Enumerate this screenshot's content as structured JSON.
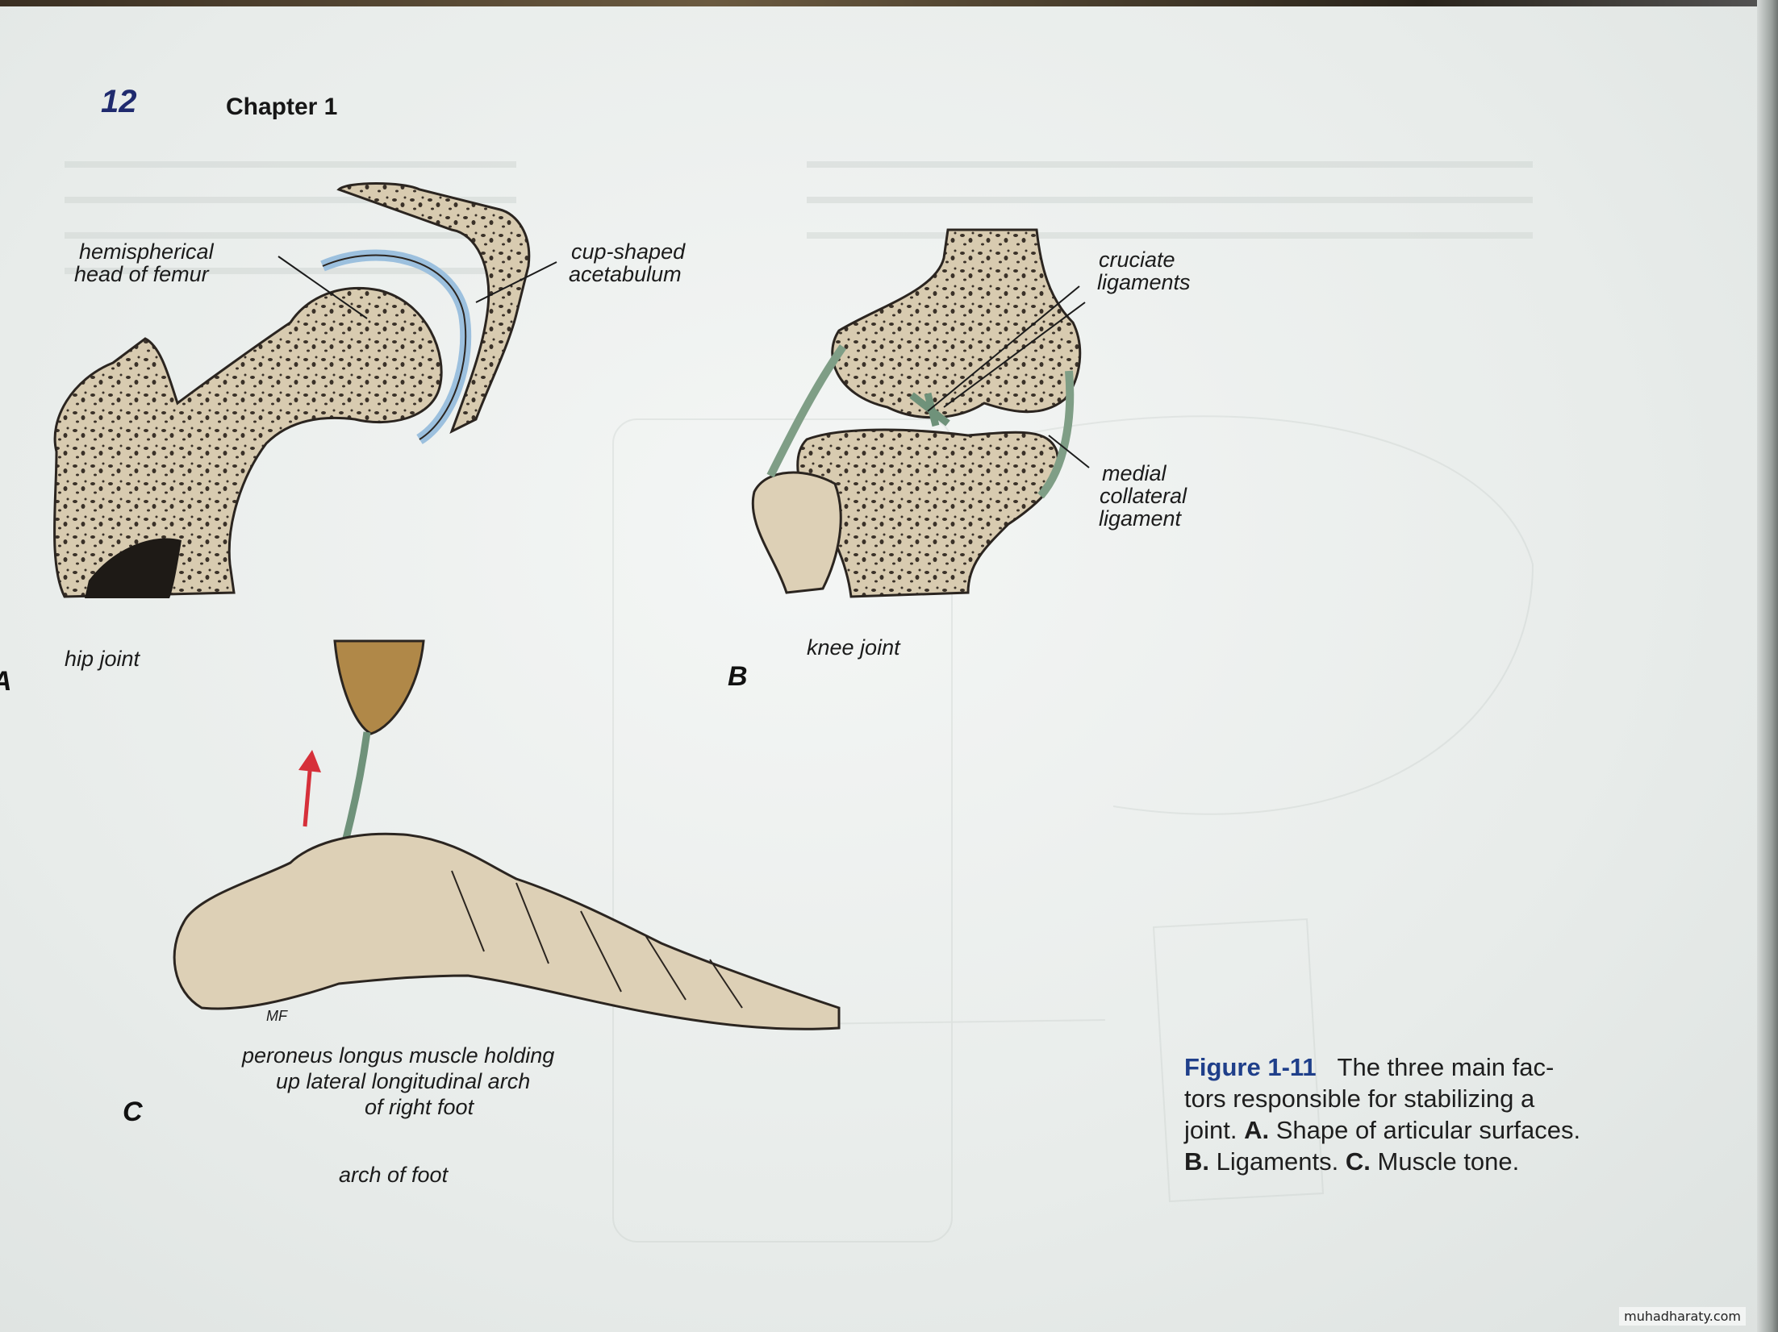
{
  "page": {
    "number": "12",
    "chapter": "Chapter 1"
  },
  "labels": {
    "hip_head": [
      "hemispherical",
      "head of femur"
    ],
    "acetabulum": [
      "cup-shaped",
      "acetabulum"
    ],
    "hip_joint": "hip joint",
    "panel_a": "A",
    "cruciate": [
      "cruciate",
      "ligaments"
    ],
    "medial": [
      "medial",
      "collateral",
      "ligament"
    ],
    "knee_joint": "knee joint",
    "panel_b": "B",
    "peroneus": [
      "peroneus longus muscle holding",
      "up lateral longitudinal arch",
      "of right foot"
    ],
    "panel_c": "C",
    "arch": "arch of foot",
    "artist": "MF"
  },
  "caption": {
    "figure": "Figure 1-11",
    "line1": "The three main fac-",
    "line2": "tors responsible for stabilizing a",
    "line3_pre": "joint.",
    "a": "A.",
    "line3_post": "Shape of articular surfaces.",
    "b": "B.",
    "b_text": "Ligaments.",
    "c": "C.",
    "c_text": "Muscle tone."
  },
  "watermark": "muhadharaty.com",
  "colors": {
    "bone": "#d8cbb0",
    "cartilage": "#b9d3e8",
    "ligament": "#7f9e86",
    "muscle": "#b08848",
    "arrow": "#d6303a",
    "figure_label": "#1f3f8a",
    "page_number": "#1f2a6e"
  }
}
